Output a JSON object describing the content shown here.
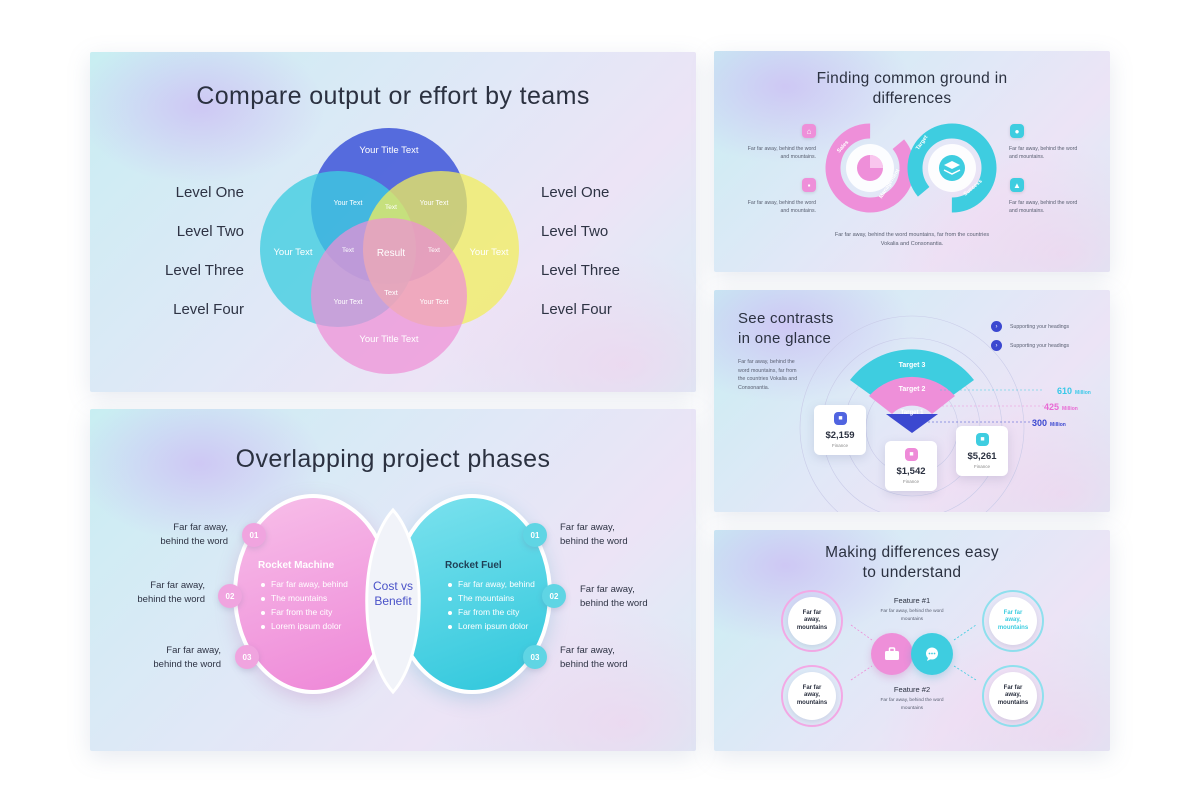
{
  "slide1": {
    "title": "Compare output or effort by teams",
    "levels_left": [
      "Level One",
      "Level Two",
      "Level Three",
      "Level Four"
    ],
    "levels_right": [
      "Level One",
      "Level Two",
      "Level Three",
      "Level Four"
    ],
    "venn": {
      "top_title": "Your Title Text",
      "bottom_title": "Your Title Text",
      "left_text": "Your Text",
      "right_text": "Your Text",
      "top_left": "Your Text",
      "top_right": "Your Text",
      "bottom_left": "Your Text",
      "bottom_right": "Your Text",
      "top_mid": "Text",
      "left_mid": "Text",
      "right_mid": "Text",
      "bottom_mid": "Text",
      "center": "Result"
    },
    "colors": {
      "blue": "#3d55d8",
      "cyan": "#3ecde0",
      "yellow": "#f2ee5c",
      "pink": "#ee8fd6"
    }
  },
  "slide2": {
    "title": "Overlapping project phases",
    "left": {
      "heading": "Rocket Machine",
      "bullets": [
        "Far far away, behind",
        "The mountains",
        "Far from the city",
        "Lorem ipsum dolor"
      ],
      "side_items": [
        {
          "num": "01",
          "line1": "Far far away,",
          "line2": "behind the word"
        },
        {
          "num": "02",
          "line1": "Far far away,",
          "line2": "behind the word"
        },
        {
          "num": "03",
          "line1": "Far far away,",
          "line2": "behind the word"
        }
      ]
    },
    "right": {
      "heading": "Rocket Fuel",
      "bullets": [
        "Far far away, behind",
        "The mountains",
        "Far from the city",
        "Lorem ipsum dolor"
      ],
      "side_items": [
        {
          "num": "01",
          "line1": "Far far away,",
          "line2": "behind the word"
        },
        {
          "num": "02",
          "line1": "Far far away,",
          "line2": "behind the word"
        },
        {
          "num": "03",
          "line1": "Far far away,",
          "line2": "behind the word"
        }
      ]
    },
    "center": {
      "line1": "Cost vs",
      "line2": "Benefit"
    },
    "colors": {
      "pink": "#ef8fd9",
      "cyan": "#38d0e0",
      "center_text": "#4a52c8"
    }
  },
  "slide3": {
    "title_line1": "Finding common ground in",
    "title_line2": "differences",
    "side_texts": [
      {
        "line1": "Far far away, behind the word",
        "line2": "and mountains."
      },
      {
        "line1": "Far far away, behind the word",
        "line2": "and mountains."
      },
      {
        "line1": "Far far away, behind the word",
        "line2": "and mountains."
      },
      {
        "line1": "Far far away, behind the word",
        "line2": "and mountains."
      }
    ],
    "ring_labels": [
      "Sales",
      "Management",
      "Target",
      "Success"
    ],
    "footer_line1": "Far far away, behind the word mountains, far from the countries",
    "footer_line2": "Vokalia and Consonantia.",
    "icons": [
      "home-icon",
      "user-icon",
      "briefcase-icon",
      "chart-icon",
      "pie-chart-icon",
      "layers-icon"
    ]
  },
  "slide4": {
    "title_line1": "See contrasts",
    "title_line2": "in one glance",
    "desc": [
      "Far far away, behind the",
      "word mountains, far from",
      "the countries Vokalia and",
      "Consonantia."
    ],
    "legend": [
      "Supporting your headings",
      "Supporting your headings"
    ],
    "targets": [
      "Target 3",
      "Target 2",
      "Target 1"
    ],
    "millions": [
      {
        "value": "610",
        "unit": "Million",
        "color": "#38c8e8"
      },
      {
        "value": "425",
        "unit": "Million",
        "color": "#e86ad4"
      },
      {
        "value": "300",
        "unit": "Million",
        "color": "#3b48d0"
      }
    ],
    "cards": [
      {
        "value": "$2,159",
        "label": "Finance",
        "color": "#5064e0"
      },
      {
        "value": "$1,542",
        "label": "Finance",
        "color": "#ee8ad8"
      },
      {
        "value": "$5,261",
        "label": "Finance",
        "color": "#3ecde0"
      }
    ]
  },
  "slide5": {
    "title_line1": "Making differences easy",
    "title_line2": "to understand",
    "feature1": {
      "title": "Feature #1",
      "line1": "Far far away, behind the word",
      "line2": "mountains"
    },
    "feature2": {
      "title": "Feature #2",
      "line1": "Far far away, behind the word",
      "line2": "mountains"
    },
    "rings": [
      {
        "text": "Far far\naway,\nmountains",
        "color": "#f3a9e5",
        "text_color": "#2b3140"
      },
      {
        "text": "Far far\naway,\nmountains",
        "color": "#8fe0ee",
        "text_color": "#3ecde0"
      },
      {
        "text": "Far far\naway,\nmountains",
        "color": "#f3a9e5",
        "text_color": "#2b3140"
      },
      {
        "text": "Far far\naway,\nmountains",
        "color": "#8fe0ee",
        "text_color": "#2b3140"
      }
    ],
    "icons": [
      "briefcase-icon",
      "chat-icon"
    ]
  }
}
